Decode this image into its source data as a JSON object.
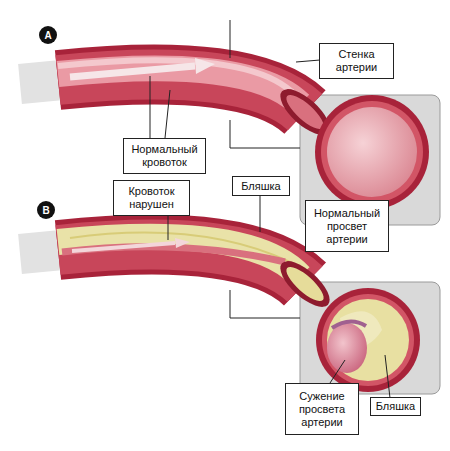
{
  "diagram": {
    "nodes": [
      {
        "text": [
          "A"
        ]
      },
      {
        "text": [
          "Стенка артерии"
        ]
      },
      {
        "text": [
          "Нормальный кровоток"
        ]
      },
      {
        "text": [
          "Кровоток нарушен"
        ]
      },
      {
        "text": [
          "Бляшка"
        ]
      },
      {
        "text": [
          "Нормальный просвет артерии"
        ]
      },
      {
        "text": [
          "B"
        ]
      },
      {
        "text": [
          "Сужение просвета артерии"
        ]
      },
      {
        "text": [
          "Бляшка"
        ]
      }
    ]
  }
}
